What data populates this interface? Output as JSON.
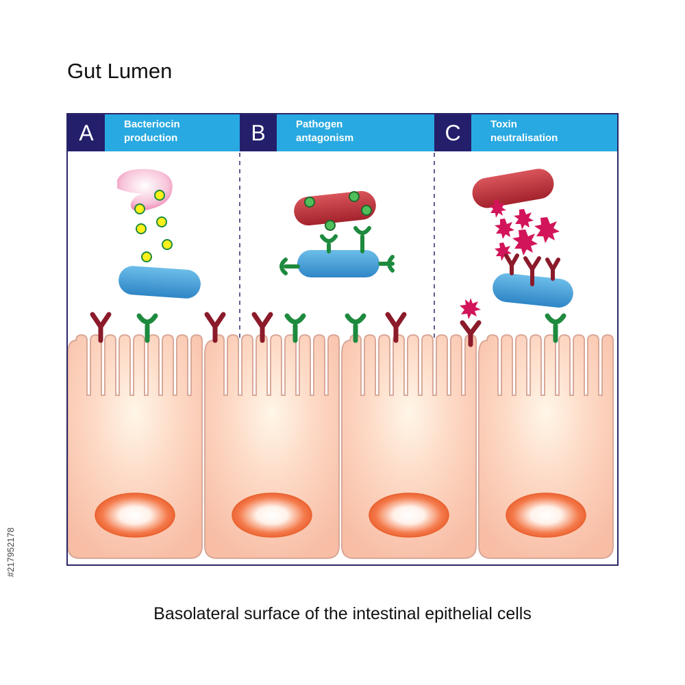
{
  "title": "Gut Lumen",
  "panels": [
    {
      "letter": "A",
      "label": "Bacteriocin\nproduction"
    },
    {
      "letter": "B",
      "label": "Pathogen\nantagonism"
    },
    {
      "letter": "C",
      "label": "Toxin\nneutralisation"
    }
  ],
  "caption": "Basolateral surface of the intestinal epithelial cells",
  "stock_id": "#217952178",
  "colors": {
    "header_blue": "#29a9e1",
    "header_navy": "#241f6b",
    "antibody_red": "#8b1a2a",
    "receptor_green": "#1e8a3e",
    "cell_fill": "#fbcbb6",
    "nucleus_orange": "#ef6b3a",
    "bacterium_blue": "#3a9bd6",
    "bacterium_red": "#c0303a",
    "toxin_magenta": "#d2145a"
  }
}
